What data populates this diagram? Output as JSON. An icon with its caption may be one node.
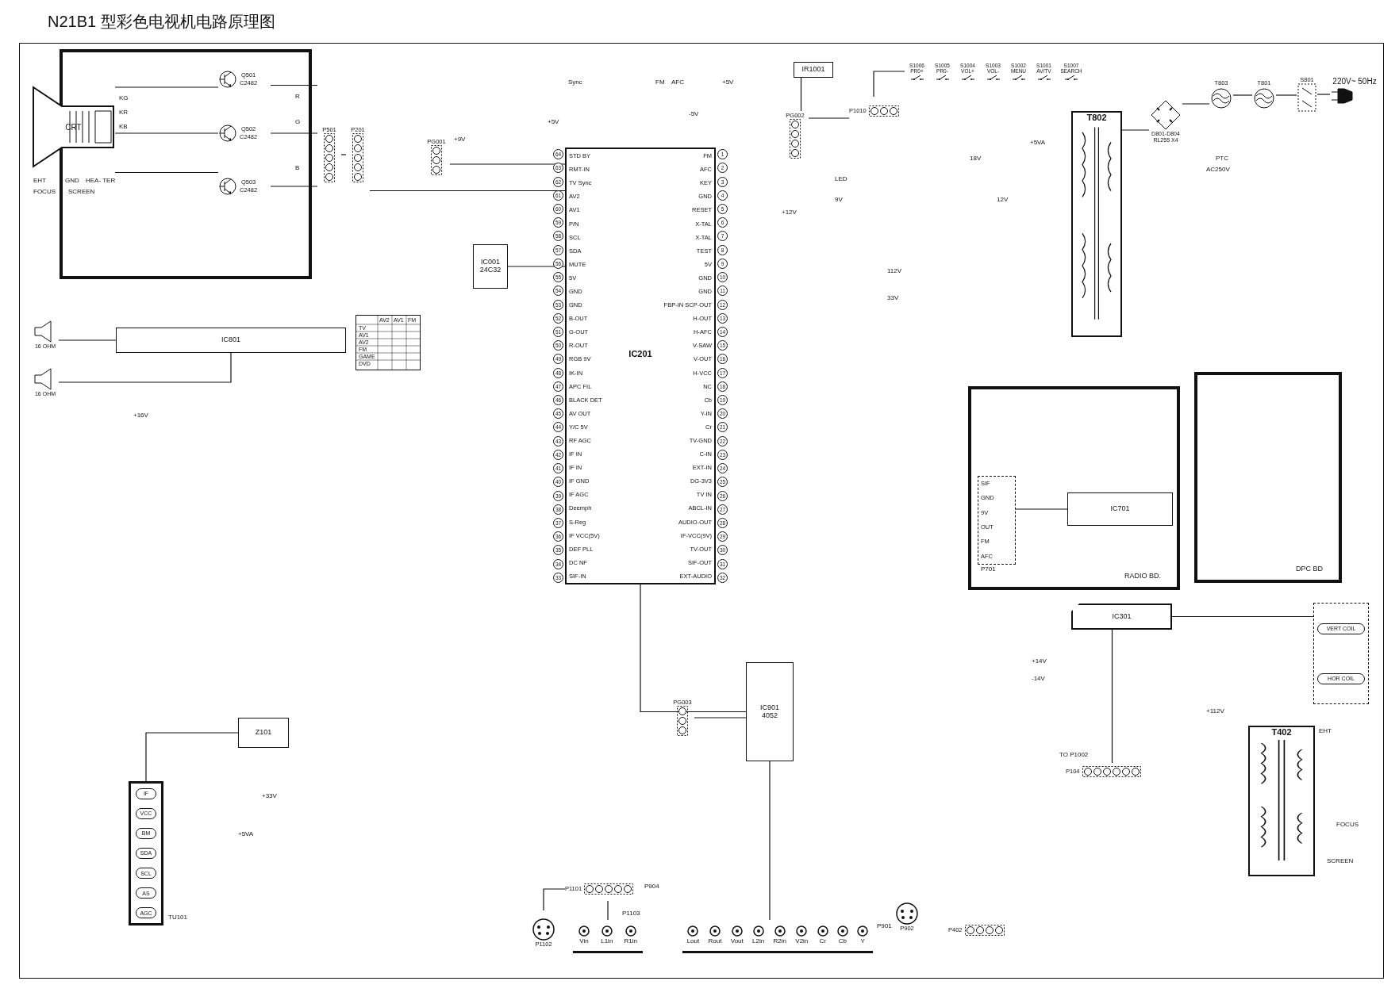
{
  "diagram": {
    "title": "N21B1 型彩色电视机电路原理图",
    "nodes": [
      {
        "text": [
          "CRT"
        ],
        "beside": [
          "KG",
          "KR",
          "KB",
          "EHT",
          "GND",
          "HEA- TER",
          "FOCUS",
          "SCREEN"
        ]
      },
      {
        "text": [
          "Q501",
          "C2482"
        ]
      },
      {
        "text": [
          "Q502",
          "C2482"
        ]
      },
      {
        "text": [
          "Q503",
          "C2482"
        ]
      },
      {
        "text": [
          "P501"
        ]
      },
      {
        "text": [
          "P201"
        ]
      },
      {
        "text": [
          "PG001"
        ]
      },
      {
        "text": [
          "IC001",
          "24C32"
        ]
      },
      {
        "text": [
          "IC201",
          "STD BY",
          "RMT-IN",
          "TV Sync",
          "AV2",
          "AV1",
          "P/N",
          "SCL",
          "SDA",
          "MUTE",
          "5V",
          "GND",
          "GND",
          "B-OUT",
          "G-OUT",
          "R-OUT",
          "RGB 9V",
          "IK-IN",
          "APC FIL",
          "BLACK DET",
          "AV OUT",
          "Y/C 5V",
          "RF AGC",
          "IF IN",
          "IF IN",
          "IF GND",
          "IF AGC",
          "Deemph",
          "S-Reg",
          "IF VCC(5V)",
          "DEF PLL",
          "DC NF",
          "SIF-IN",
          "FM",
          "AFC",
          "KEY",
          "GND",
          "RESET",
          "X-TAL",
          "X-TAL",
          "TEST",
          "5V",
          "GND",
          "GND",
          "FBP-IN SCP-OUT",
          "H-OUT",
          "H-AFC",
          "V-SAW",
          "V-OUT",
          "H-VCC",
          "NC",
          "Cb",
          "Y-IN",
          "Cr",
          "TV-GND",
          "C-IN",
          "EXT-IN",
          "DG-3V3",
          "TV IN",
          "ABCL-IN",
          "AUDIO-OUT",
          "IF-VCC(9V)",
          "TV-OUT",
          "SIF-OUT",
          "EXT-AUDIO"
        ],
        "beside": [
          "64",
          "63",
          "62",
          "61",
          "60",
          "59",
          "58",
          "57",
          "56",
          "55",
          "54",
          "53",
          "52",
          "51",
          "50",
          "49",
          "48",
          "47",
          "46",
          "45",
          "44",
          "43",
          "42",
          "41",
          "40",
          "39",
          "38",
          "37",
          "36",
          "35",
          "34",
          "33",
          "1",
          "2",
          "3",
          "4",
          "5",
          "6",
          "7",
          "8",
          "9",
          "10",
          "11",
          "12",
          "13",
          "14",
          "15",
          "16",
          "17",
          "18",
          "19",
          "20",
          "21",
          "22",
          "23",
          "24",
          "25",
          "26",
          "27",
          "28",
          "29",
          "30",
          "31",
          "32"
        ]
      },
      {
        "text": [
          "IR1001"
        ]
      },
      {
        "text": [
          "PG002"
        ]
      },
      {
        "text": [
          "P1010"
        ]
      },
      {
        "text": [
          "S1006",
          "PR0+"
        ]
      },
      {
        "text": [
          "S1005",
          "PR0-"
        ]
      },
      {
        "text": [
          "S1004",
          "VOL+"
        ]
      },
      {
        "text": [
          "S1003",
          "VOL-"
        ]
      },
      {
        "text": [
          "S1002",
          "MENU"
        ]
      },
      {
        "text": [
          "S1001",
          "AV/TV"
        ]
      },
      {
        "text": [
          "S1007",
          "SEARCH"
        ]
      },
      {
        "text": [
          "T802"
        ]
      },
      {
        "text": [
          "D801-D804",
          "RL255 X4"
        ]
      },
      {
        "text": [
          "T803"
        ]
      },
      {
        "text": [
          "T801"
        ]
      },
      {
        "text": [
          "S801"
        ]
      },
      {
        "text": [
          "220V~ 50Hz"
        ]
      },
      {
        "text": [
          "IC801"
        ]
      },
      {
        "text": [
          "16 OHM"
        ]
      },
      {
        "text": [
          "16 OHM"
        ]
      },
      {
        "text": [
          "Z101"
        ]
      },
      {
        "text": [
          "IF",
          "VCC",
          "BM",
          "SDA",
          "SCL",
          "AS",
          "AGC"
        ],
        "beside": [
          "TU101"
        ]
      },
      {
        "text": [
          "IC901",
          "4052"
        ]
      },
      {
        "text": [
          "PG003"
        ]
      },
      {
        "text": [
          "RADIO BD."
        ]
      },
      {
        "text": [
          "IC701"
        ],
        "in": 32
      },
      {
        "text": [
          "SIF",
          "GND",
          "9V",
          "OUT",
          "FM",
          "AFC"
        ],
        "beside": [
          "P701"
        ],
        "in": 32
      },
      {
        "text": [
          "DPC BD"
        ]
      },
      {
        "text": [
          "IC301"
        ]
      },
      {
        "text": [
          "VERT COIL",
          "HOR COIL"
        ]
      },
      {
        "text": [
          "T402"
        ],
        "beside": [
          "EHT",
          "FOCUS",
          "SCREEN"
        ]
      },
      {
        "text": [
          "P104"
        ],
        "beside": [
          "TO P1002"
        ]
      },
      {
        "text": [
          "Lout",
          "Rout",
          "Vout",
          "L2in",
          "R2in",
          "V2in",
          "Cr",
          "Cb",
          "Y"
        ],
        "beside": [
          "P901"
        ]
      },
      {
        "text": [
          "Vin",
          "L1in",
          "R1in"
        ],
        "beside": [
          "P1103"
        ]
      },
      {
        "text": [
          "P1102"
        ]
      },
      {
        "text": [
          "P1101"
        ],
        "beside": [
          "P904"
        ]
      },
      {
        "text": [
          "P902"
        ]
      },
      {
        "text": [
          "P402"
        ]
      }
    ],
    "edges": [
      {
        "from": 1,
        "to": 0,
        "arrow": "none"
      },
      {
        "from": 2,
        "to": 0,
        "arrow": "none"
      },
      {
        "from": 3,
        "to": 0,
        "arrow": "none"
      },
      {
        "from": 1,
        "to": 4,
        "arrow": "none"
      },
      {
        "from": 2,
        "to": 4,
        "arrow": "none"
      },
      {
        "from": 3,
        "to": 4,
        "arrow": "none"
      },
      {
        "from": 4,
        "to": 5,
        "arrow": "none"
      },
      {
        "from": 5,
        "to": 8,
        "arrow": "none"
      },
      {
        "from": 6,
        "to": 8,
        "arrow": "none"
      },
      {
        "from": 7,
        "to": 8,
        "arrow": "none"
      },
      {
        "from": 9,
        "to": 10,
        "arrow": "none"
      },
      {
        "from": 10,
        "to": 11,
        "arrow": "none"
      },
      {
        "from": 12,
        "to": 11,
        "arrow": "none"
      },
      {
        "from": 20,
        "to": 19,
        "arrow": "none"
      },
      {
        "from": 21,
        "to": 20,
        "arrow": "none"
      },
      {
        "from": 22,
        "to": 21,
        "arrow": "none"
      },
      {
        "from": 23,
        "to": 22,
        "arrow": "none"
      },
      {
        "from": 24,
        "to": 23,
        "arrow": "none"
      },
      {
        "from": 25,
        "to": 26,
        "arrow": "none"
      },
      {
        "from": 27,
        "to": 25,
        "arrow": "none"
      },
      {
        "from": 28,
        "to": 29,
        "arrow": "none"
      },
      {
        "from": 34,
        "to": 33,
        "arrow": "none"
      },
      {
        "from": 30,
        "to": 8,
        "arrow": "none"
      },
      {
        "from": 31,
        "to": 30,
        "arrow": "none"
      },
      {
        "from": 30,
        "to": 40,
        "arrow": "none"
      },
      {
        "from": 39,
        "to": 36,
        "arrow": "none"
      },
      {
        "from": 36,
        "to": 37,
        "arrow": "none"
      },
      {
        "from": 43,
        "to": 41,
        "arrow": "none"
      },
      {
        "from": 43,
        "to": 42,
        "arrow": "none"
      }
    ],
    "labels": [
      "Sync",
      "FM",
      "AFC",
      "+5V",
      "R",
      "-5V",
      "G",
      "+5V",
      "+9V",
      "+5VA",
      "18V",
      "PTC",
      "B",
      "AC250V",
      "LED",
      "9V",
      "12V",
      "+12V",
      "112V",
      "33V",
      "AV2",
      "AV1",
      "FM",
      "TV",
      "AV1",
      "AV2",
      "FM",
      "GAME",
      "DVD",
      "+16V",
      "+14V",
      "-14V",
      "+112V",
      "+33V",
      "+5VA"
    ]
  }
}
